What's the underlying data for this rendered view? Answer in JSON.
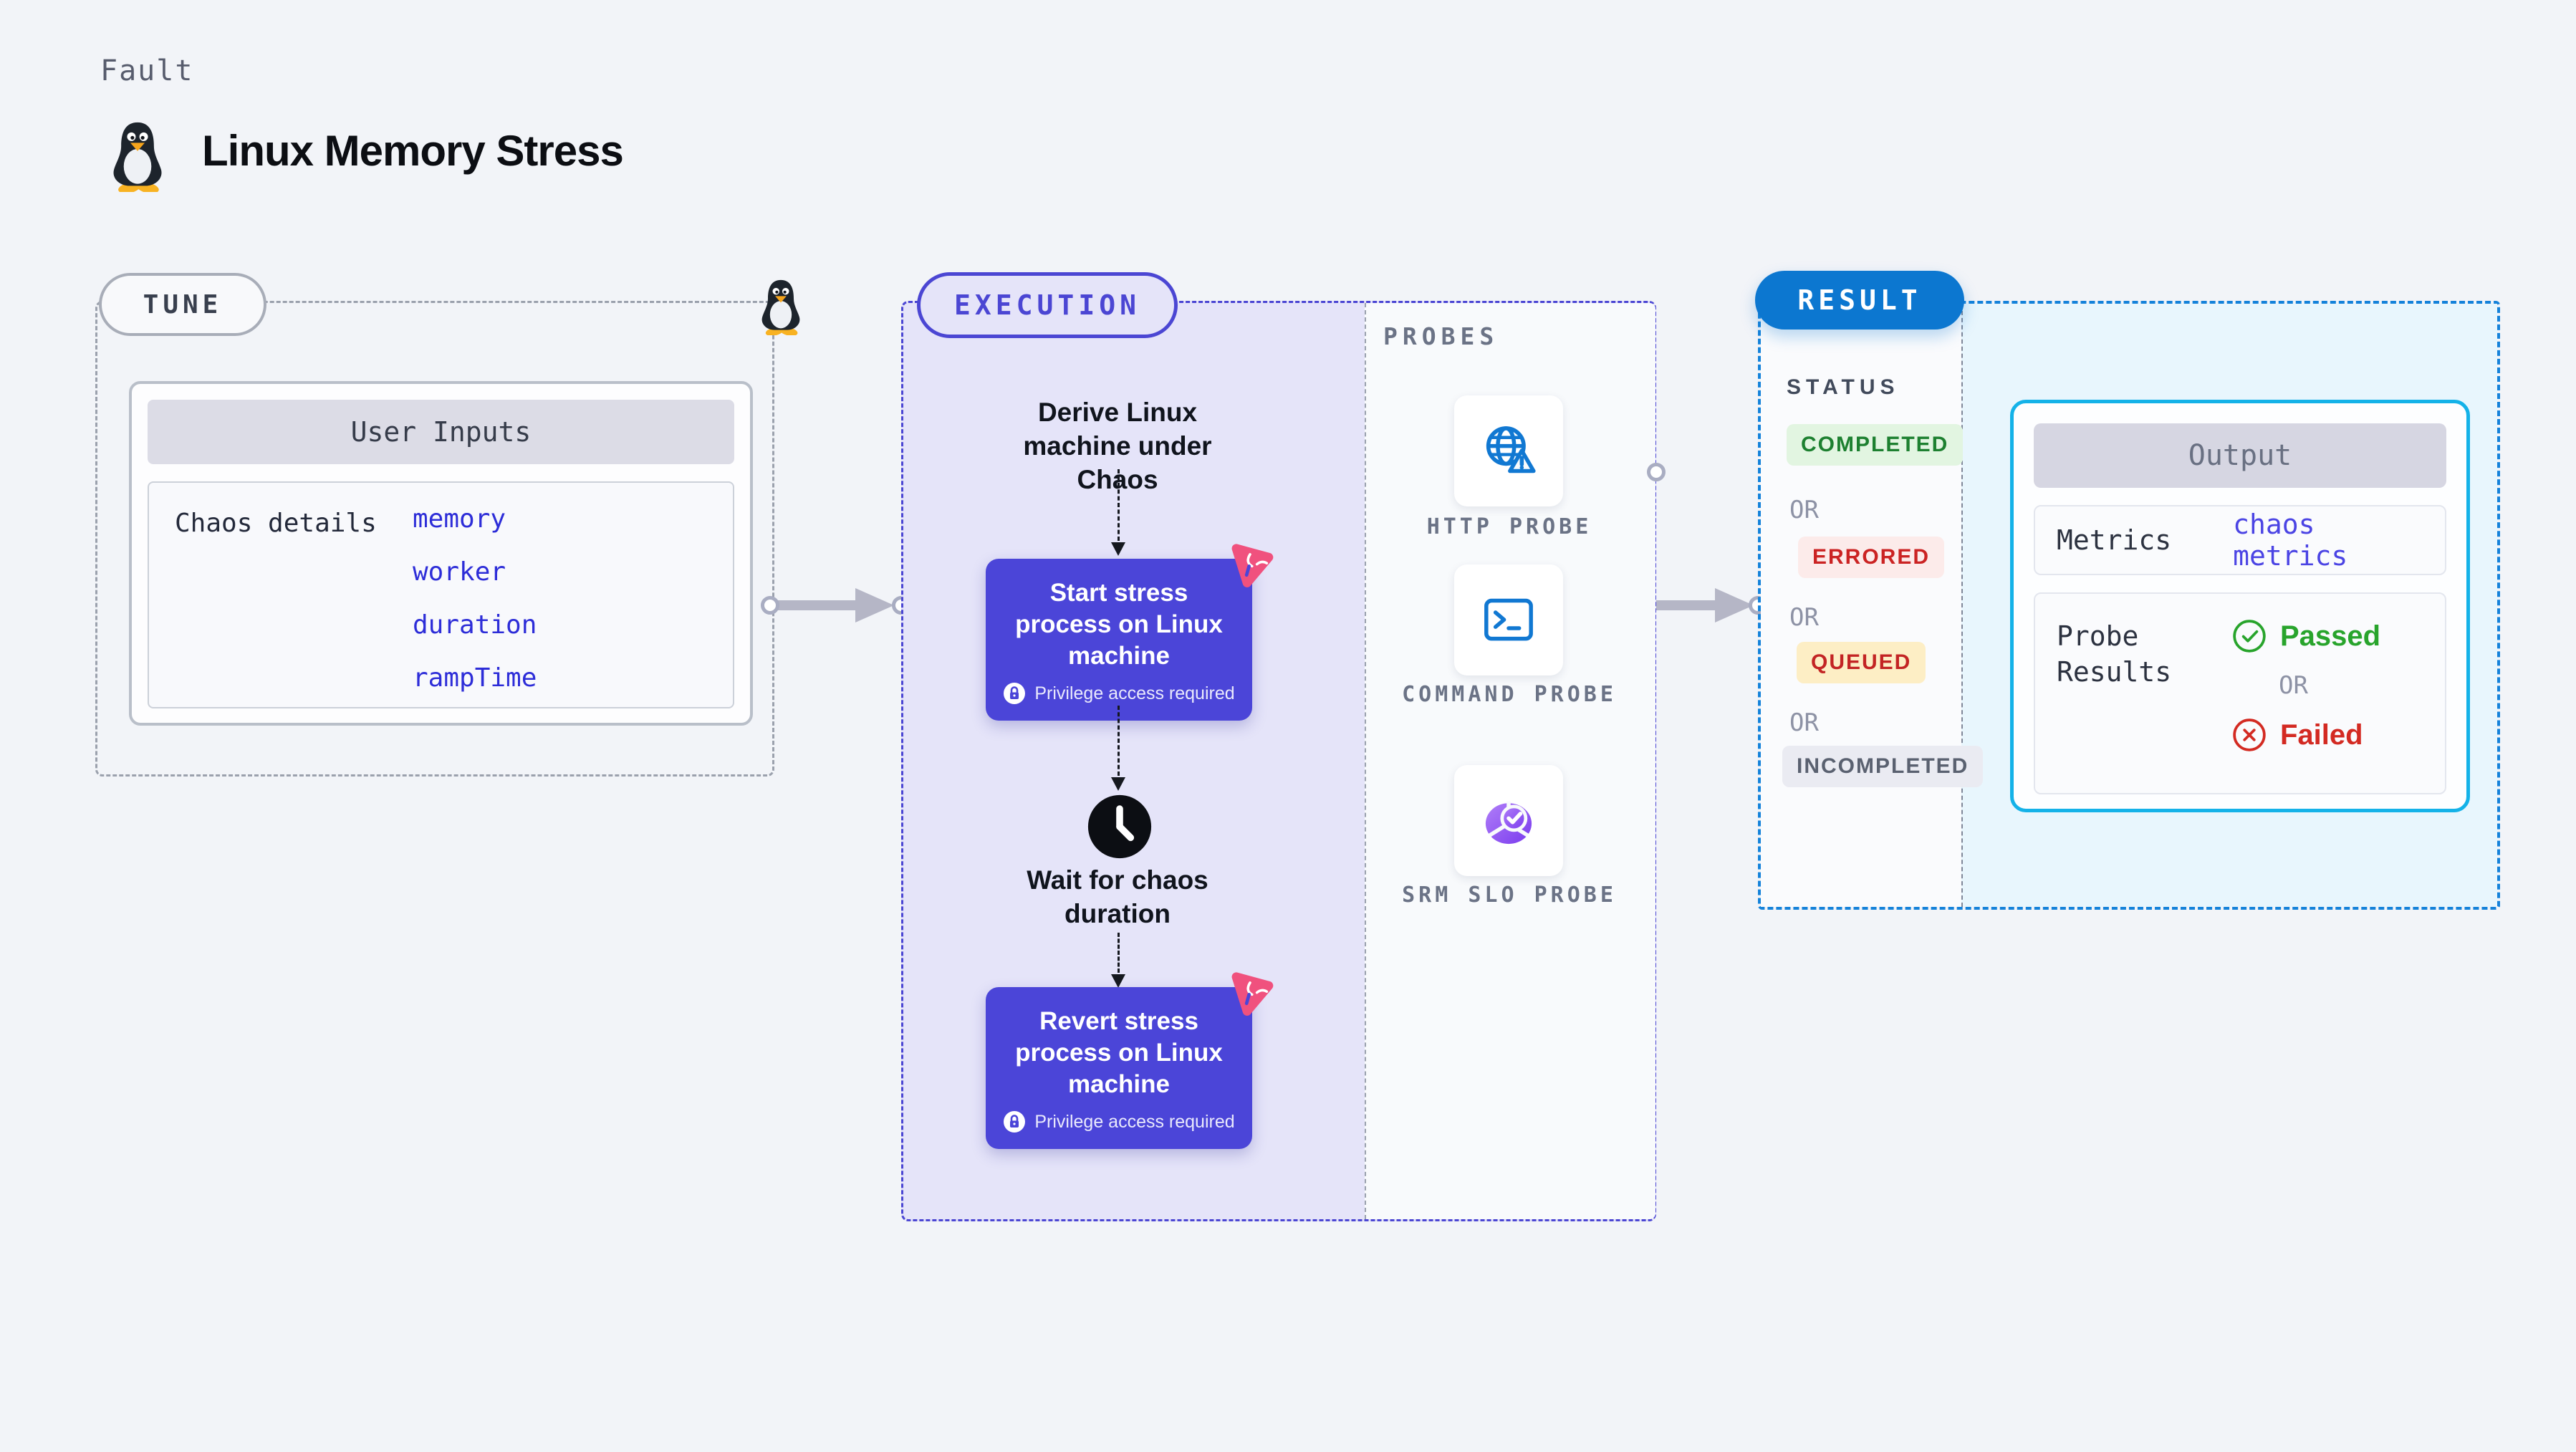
{
  "header": {
    "kicker": "Fault",
    "title": "Linux Memory Stress"
  },
  "tune": {
    "label": "TUNE",
    "card_title": "User Inputs",
    "row_label": "Chaos details",
    "values": [
      "memory",
      "worker",
      "duration",
      "rampTime"
    ]
  },
  "execution": {
    "label": "EXECUTION",
    "step_derive": "Derive Linux machine under Chaos",
    "step_start": "Start stress process on Linux machine",
    "privilege_note": "Privilege access required",
    "step_wait": "Wait for chaos duration",
    "step_revert": "Revert stress process on Linux machine"
  },
  "probes": {
    "label": "PROBES",
    "items": [
      {
        "name": "HTTP PROBE",
        "icon": "globe-alert-icon"
      },
      {
        "name": "COMMAND PROBE",
        "icon": "terminal-icon"
      },
      {
        "name": "SRM SLO PROBE",
        "icon": "slo-pie-icon"
      }
    ]
  },
  "result": {
    "label": "RESULT",
    "status_title": "STATUS",
    "or_label": "OR",
    "statuses": [
      "COMPLETED",
      "ERRORED",
      "QUEUED",
      "INCOMPLETED"
    ],
    "output": {
      "title": "Output",
      "metrics_label": "Metrics",
      "metrics_value": "chaos metrics",
      "probe_label": "Probe Results",
      "passed_label": "Passed",
      "failed_label": "Failed"
    }
  },
  "colors": {
    "accent_indigo": "#4b45d8",
    "accent_blue": "#0c77d0",
    "accent_cyan": "#14b2e8",
    "probe_icon_blue": "#1178d2",
    "pink": "#f0517e",
    "passed_green": "#28a42c",
    "failed_red": "#d32a22",
    "lavender_bg": "#e5e4f9",
    "lightblue_bg": "#e8f6fd"
  }
}
